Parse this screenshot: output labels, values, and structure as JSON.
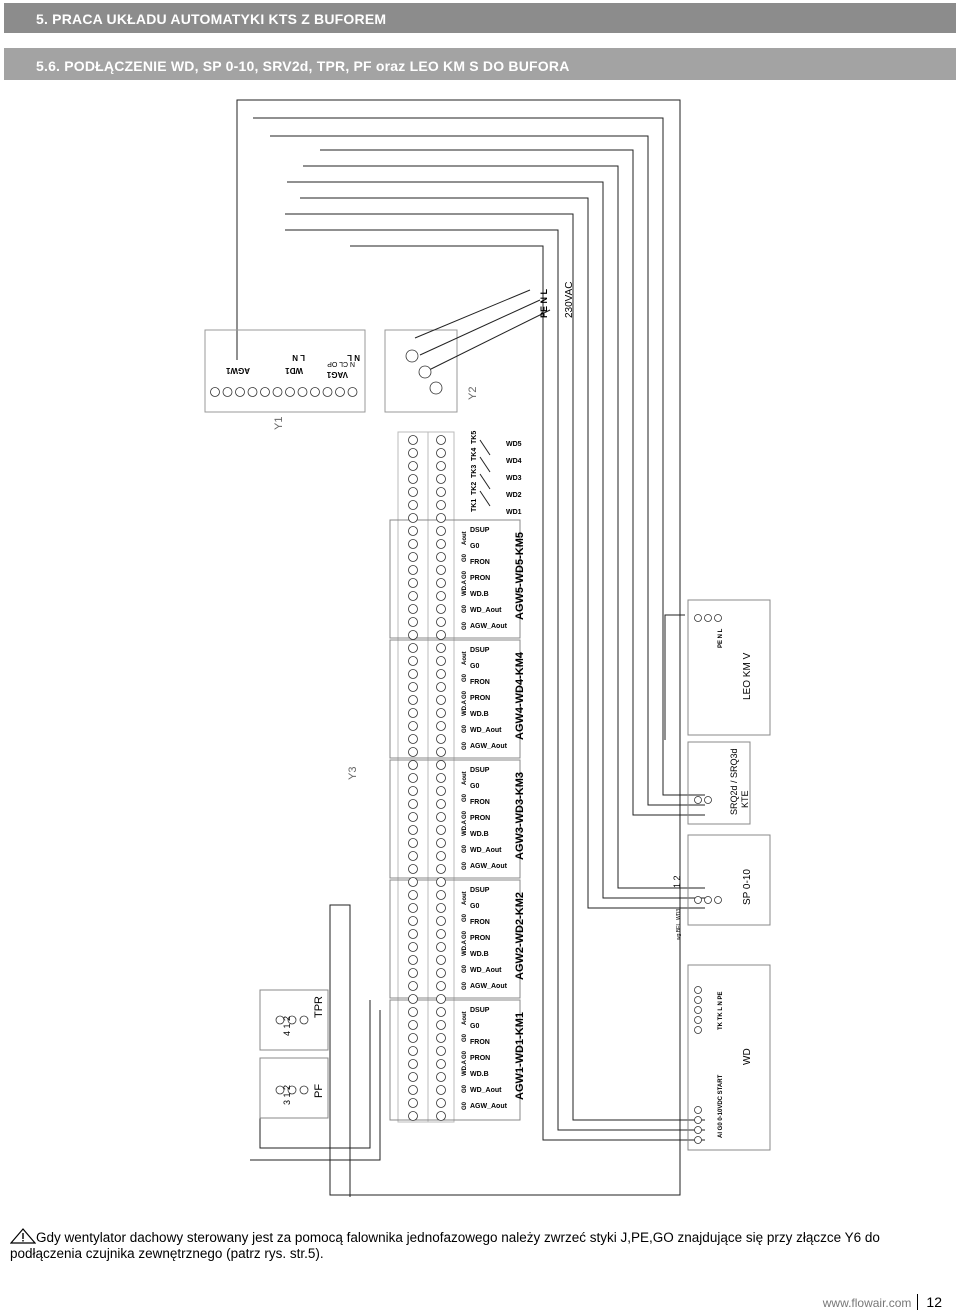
{
  "header": {
    "section": "5. PRACA UKŁADU AUTOMATYKI KTS Z BUFOREM",
    "subsection": "5.6. PODŁĄCZENIE WD, SP 0-10, SRV2d, TPR, PF oraz LEO KM S DO BUFORA"
  },
  "diagram": {
    "y_labels": {
      "y1": "Y1",
      "y2": "Y2",
      "y3": "Y3"
    },
    "power": {
      "terminals": "PE N L",
      "voltage": "230VAC"
    },
    "valve_block": {
      "row1": "N L",
      "row1_name": "AGW1",
      "row2": "L N",
      "row2_name": "WD1",
      "row3": "N CL OP",
      "row3_name": "VAG1"
    },
    "modules": [
      {
        "name": "AGW1-WD1-KM1"
      },
      {
        "name": "AGW2-WD2-KM2"
      },
      {
        "name": "AGW3-WD3-KM3"
      },
      {
        "name": "AGW4-WD4-KM4"
      },
      {
        "name": "AGW5-WD5-KM5"
      }
    ],
    "module_labels": [
      "DSUP",
      "G0",
      "FRON",
      "PRON",
      "WD.B",
      "WD_Aout",
      "AGW_Aout"
    ],
    "module_terms": [
      "G0",
      "G0",
      "WD.A",
      "G0",
      "G0",
      "Aout"
    ],
    "tk_labels": [
      "TK1",
      "TK2",
      "TK3",
      "TK4",
      "TK5"
    ],
    "wd_labels": [
      "WD1",
      "WD2",
      "WD3",
      "WD4",
      "WD5"
    ],
    "pf": {
      "name": "PF",
      "terms": "3 1 2"
    },
    "tpr": {
      "name": "TPR",
      "terms": "4 1 2"
    },
    "leo": {
      "name": "LEO KM V",
      "terms": "PE N L"
    },
    "srq": {
      "name": "SRQ2d / SRQ3d",
      "sub": "KTE"
    },
    "sp": {
      "name": "SP 0-10",
      "terms": "1 2",
      "note": "wg BEL. WD3"
    },
    "wd": {
      "name": "WD",
      "terms1": "TK TK L N PE",
      "terms2": "AI G0 0-10VDC START"
    }
  },
  "note": {
    "text": "Gdy wentylator dachowy sterowany jest za pomocą falownika jednofazowego należy zwrzeć styki J,PE,GO  znajdujące się przy złączce Y6 do podłączenia czujnika zewnętrznego (patrz rys. str.5)."
  },
  "footer": {
    "site": "www.flowair.com",
    "page": "12"
  }
}
